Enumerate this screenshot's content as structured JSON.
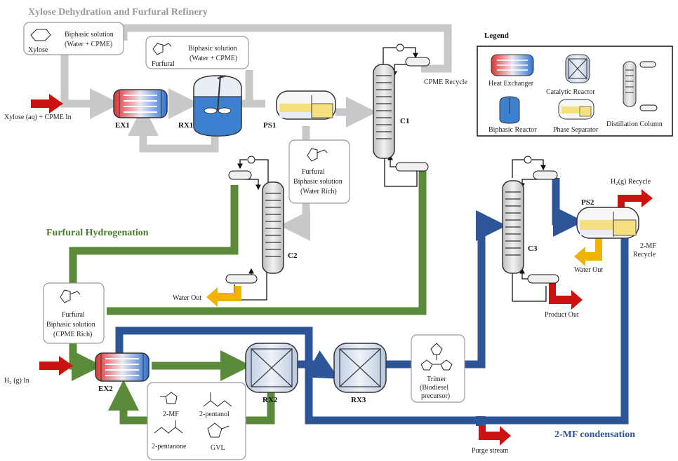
{
  "sections": {
    "refinery": "Xylose Dehydration and Furfural Refinery",
    "hydrogenation": "Furfural Hydrogenation",
    "condensation": "2-MF condensation"
  },
  "colors": {
    "refinery_stream": "#c8c8c8",
    "hydrogenation_stream": "#5a8a3a",
    "condensation_stream": "#2e5597",
    "inlet_arrow": "#cc1111",
    "water_arrow": "#f0b400",
    "hydrogenation_title": "#4a7a2a",
    "condensation_title": "#2e5597",
    "refinery_title": "#999999"
  },
  "legend": {
    "title": "Legend",
    "heat_exchanger": "Heat Exchanger",
    "catalytic_reactor": "Catalytic Reactor",
    "biphasic_reactor": "Biphasic Reactor",
    "phase_separator": "Phase Separator",
    "distillation_column": "Distillation Column"
  },
  "units": {
    "ex1": "EX1",
    "rx1": "RX1",
    "ps1": "PS1",
    "c1": "C1",
    "c2": "C2",
    "c3": "C3",
    "ps2": "PS2",
    "ex2": "EX2",
    "rx2": "RX2",
    "rx3": "RX3"
  },
  "streams": {
    "xylose_in": "Xylose (aq) + CPME In",
    "cpme_recycle": "CPME Recycle",
    "water_out_c2": "Water Out",
    "h2_in": "H₂ (g) In",
    "h2_recycle": "H₂(g) Recycle",
    "mf_recycle_1": "2-MF",
    "mf_recycle_2": "Recycle",
    "water_out_ps2": "Water Out",
    "product_out": "Product Out",
    "purge": "Purge stream"
  },
  "boxes": {
    "xylose": {
      "name": "Xylose",
      "line1": "Biphasic solution",
      "line2": "(Water + CPME)"
    },
    "furfural_rx1": {
      "name": "Furfural",
      "line1": "Biphasic solution",
      "line2": "(Water + CPME)"
    },
    "furfural_water": {
      "line1": "Furfural",
      "line2": "Biphasic solution",
      "line3": "(Water Rich)"
    },
    "furfural_cpme": {
      "line1": "Furfural",
      "line2": "Biphasic solution",
      "line3": "(CPME Rich)"
    },
    "products": {
      "p1": "2-MF",
      "p2": "2-pentanol",
      "p3": "2-pentanone",
      "p4": "GVL"
    },
    "trimer": {
      "line1": "Trimer",
      "line2": "(Biodiesel",
      "line3": "precursor)"
    }
  }
}
